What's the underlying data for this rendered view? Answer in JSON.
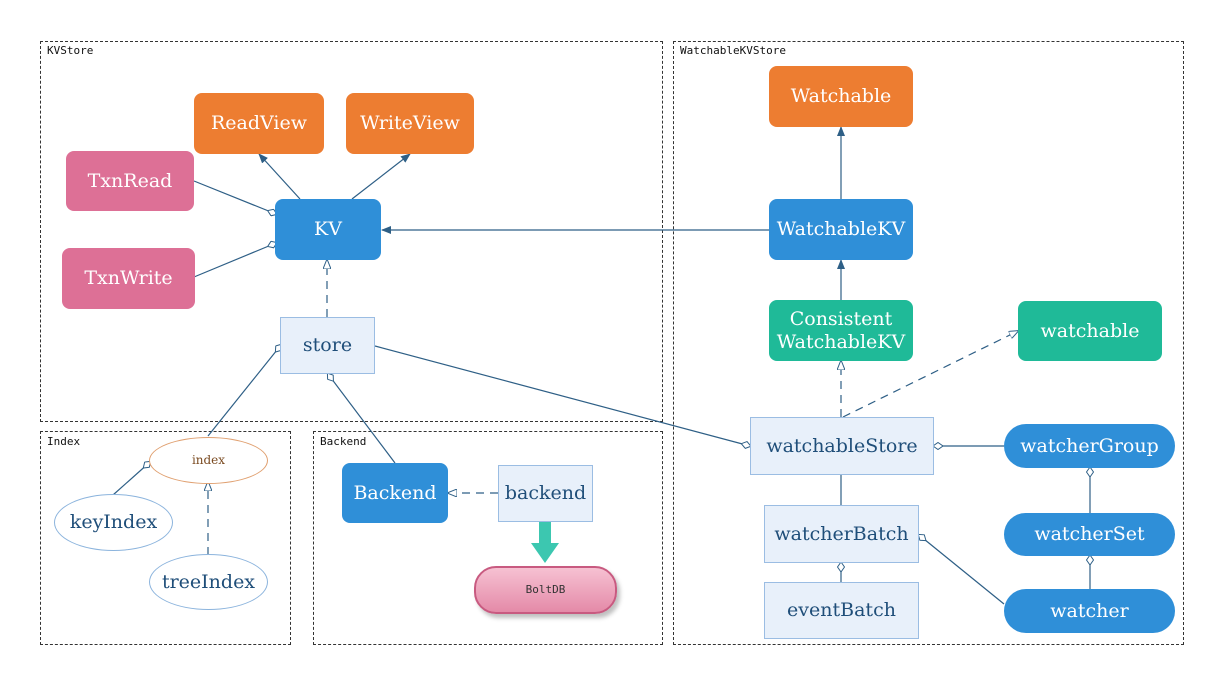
{
  "frames": {
    "kvstore": "KVStore",
    "watchable": "WatchableKVStore",
    "index": "Index",
    "backend": "Backend"
  },
  "nodes": {
    "readview": "ReadView",
    "writeview": "WriteView",
    "txnread": "TxnRead",
    "txnwrite": "TxnWrite",
    "kv": "KV",
    "store": "store",
    "watchable": "Watchable",
    "watchablekv": "WatchableKV",
    "consistent_line1": "Consistent",
    "consistent_line2": "WatchableKV",
    "watchable_lower": "watchable",
    "watchablestore": "watchableStore",
    "watchergroup": "watcherGroup",
    "watcherbatch": "watcherBatch",
    "watcherset": "watcherSet",
    "eventbatch": "eventBatch",
    "watcher": "watcher",
    "index": "index",
    "keyindex": "keyIndex",
    "treeindex": "treeIndex",
    "backend_cls": "Backend",
    "backend_impl": "backend",
    "boltdb": "BoltDB"
  },
  "colors": {
    "orange": "#ed7d31",
    "pink": "#dd7096",
    "blue": "#2f8fd8",
    "teal": "#1fba98",
    "edge": "#2e5f86",
    "light": "#e8f0fa"
  }
}
